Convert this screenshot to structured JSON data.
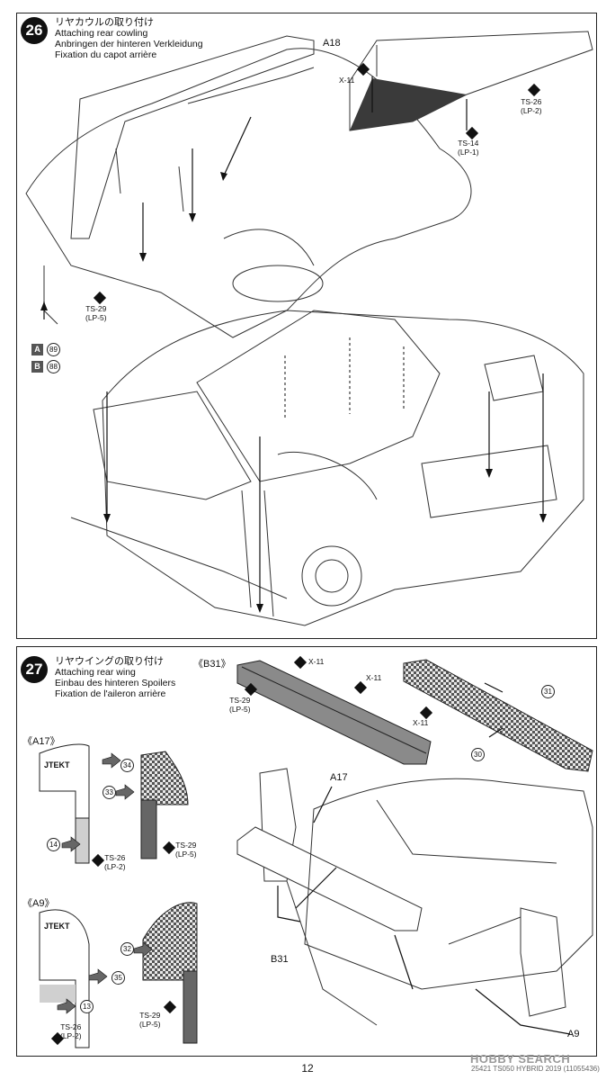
{
  "step26": {
    "number": "26",
    "title_jp": "リヤカウルの取り付け",
    "title_en": "Attaching rear cowling",
    "title_de": "Anbringen der hinteren Verkleidung",
    "title_fr": "Fixation du capot arrière",
    "part_a18": "A18",
    "x11": "X-11",
    "ts26": "TS-26",
    "lp2": "(LP-2)",
    "ts14": "TS-14",
    "lp1": "(LP-1)",
    "ts29": "TS-29",
    "lp5": "(LP-5)",
    "ref_a_letter": "A",
    "ref_a_num": "89",
    "ref_b_letter": "B",
    "ref_b_num": "88"
  },
  "step27": {
    "number": "27",
    "title_jp": "リヤウイングの取り付け",
    "title_en": "Attaching rear wing",
    "title_de": "Einbau des hinteren Spoilers",
    "title_fr": "Fixation de l'aileron arrière",
    "b31_heading": "《B31》",
    "a17_heading": "《A17》",
    "a9_heading": "《A9》",
    "x11_a": "X-11",
    "x11_b": "X-11",
    "x11_c": "X-11",
    "ts29_a": "TS-29",
    "lp5_a": "(LP-5)",
    "ts29_b": "TS-29",
    "lp5_b": "(LP-5)",
    "ts29_c": "TS-29",
    "lp5_c": "(LP-5)",
    "ts26_a": "TS-26",
    "lp2_a": "(LP-2)",
    "ts26_b": "TS-26",
    "lp2_b": "(LP-2)",
    "decal_31": "31",
    "decal_30": "30",
    "decal_34": "34",
    "decal_33": "33",
    "decal_14": "14",
    "decal_32": "32",
    "decal_35": "35",
    "decal_13": "13",
    "jtekt_a": "JTEKT",
    "jtekt_b": "JTEKT",
    "part_a17": "A17",
    "part_b31": "B31",
    "part_a9": "A9"
  },
  "footer": {
    "page_number": "12",
    "code": "25421 TS050 HYBRID 2019 (11055436)",
    "watermark": "HOBBY SEARCH"
  }
}
